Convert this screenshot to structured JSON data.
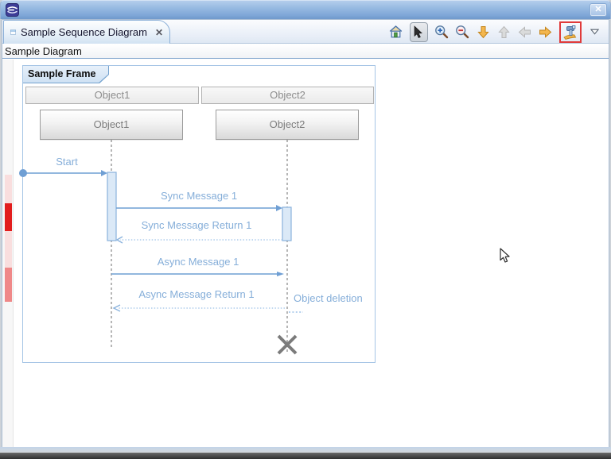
{
  "titlebar": {
    "app_icon": "eclipse-logo-icon",
    "close_glyph": "✕"
  },
  "tab": {
    "title": "Sample Sequence Diagram",
    "close_glyph": "✕",
    "editor_icon": "diagram-editor-icon"
  },
  "toolbar": {
    "buttons": [
      {
        "name": "reset-zoom-home",
        "icon": "home-icon",
        "state": "enabled"
      },
      {
        "name": "select-mode",
        "icon": "cursor-icon",
        "state": "pressed"
      },
      {
        "name": "zoom-in",
        "icon": "zoom-in-icon",
        "state": "enabled"
      },
      {
        "name": "zoom-out",
        "icon": "zoom-out-icon",
        "state": "enabled"
      },
      {
        "name": "scroll-down",
        "icon": "arrow-down-icon",
        "state": "enabled"
      },
      {
        "name": "scroll-up",
        "icon": "arrow-up-icon",
        "state": "disabled"
      },
      {
        "name": "go-back",
        "icon": "arrow-left-icon",
        "state": "disabled"
      },
      {
        "name": "go-forward",
        "icon": "arrow-right-icon",
        "state": "enabled"
      },
      {
        "name": "configure",
        "icon": "tool-hammer-icon",
        "state": "highlighted"
      },
      {
        "name": "view-menu",
        "icon": "dropdown-triangle-icon",
        "state": "enabled"
      }
    ]
  },
  "breadcrumb": {
    "label": "Sample Diagram"
  },
  "diagram": {
    "frame_title": "Sample Frame",
    "headers": [
      {
        "label": "Object1"
      },
      {
        "label": "Object2"
      }
    ],
    "objects": [
      {
        "label": "Object1"
      },
      {
        "label": "Object2"
      }
    ],
    "messages": {
      "start": "Start",
      "sync1": "Sync Message 1",
      "sync_return1": "Sync Message Return 1",
      "async1": "Async Message 1",
      "async_return1": "Async Message Return 1",
      "deletion": "Object deletion"
    }
  },
  "colors": {
    "accent_text": "#85aed9",
    "message_line": "#6f9fd4",
    "frame_border": "#a6c5e6",
    "highlight_box": "#e03a3a",
    "marker_red": "#e21d1d",
    "marker_salmon": "#ef8888",
    "marker_pink": "#f9dede",
    "lifeline_gray": "#6e6e6e",
    "deletion_x": "#7b7b7b"
  }
}
